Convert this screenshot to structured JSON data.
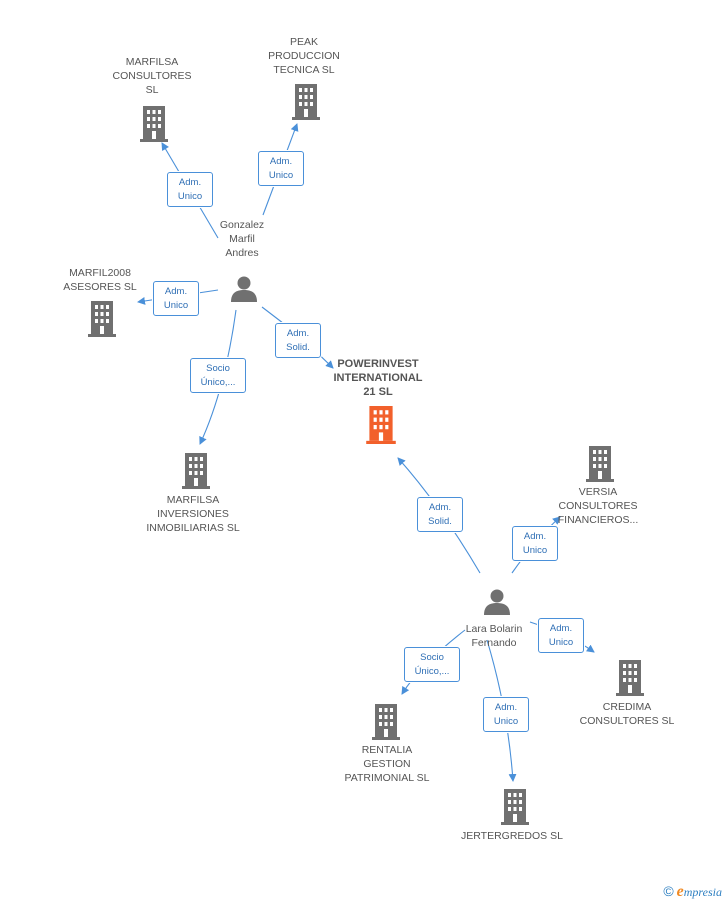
{
  "colors": {
    "edge": "#4a90d9",
    "building": "#707070",
    "focus_building": "#f2602b",
    "person": "#707070"
  },
  "persons": {
    "gonzalez": "Gonzalez\nMarfil\nAndres",
    "lara": "Lara Bolarin\nFernando"
  },
  "companies": {
    "marfilsa_consultores": "MARFILSA\nCONSULTORES\nSL",
    "peak": "PEAK\nPRODUCCION\nTECNICA  SL",
    "marfil2008": "MARFIL2008\nASESORES SL",
    "marfilsa_inversiones": "MARFILSA\nINVERSIONES\nINMOBILIARIAS SL",
    "powerinvest": "POWERINVEST\nINTERNATIONAL\n21 SL",
    "versia": "VERSIA\nCONSULTORES\nFINANCIEROS...",
    "credima": "CREDIMA\nCONSULTORES SL",
    "rentalia": "RENTALIA\nGESTION\nPATRIMONIAL SL",
    "jertergredos": "JERTERGREDOS SL"
  },
  "relations": {
    "g_marfilsa_consultores": "Adm.\nUnico",
    "g_peak": "Adm.\nUnico",
    "g_marfil2008": "Adm.\nUnico",
    "g_powerinvest": "Adm.\nSolid.",
    "g_marfilsa_inversiones": "Socio\nÚnico,...",
    "l_powerinvest": "Adm.\nSolid.",
    "l_versia": "Adm.\nUnico",
    "l_credima": "Adm.\nUnico",
    "l_rentalia": "Socio\nÚnico,...",
    "l_jertergredos": "Adm.\nUnico"
  },
  "footer": {
    "copyright": "©",
    "brand_initial": "e",
    "brand_rest": "mpresia"
  }
}
